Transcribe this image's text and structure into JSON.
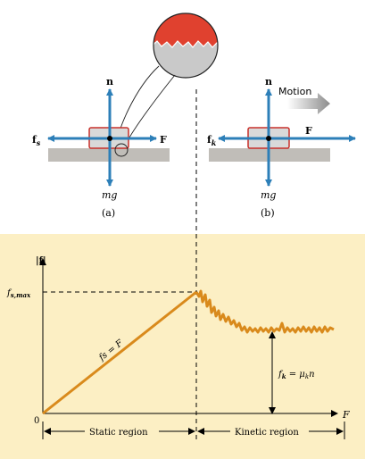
{
  "colors": {
    "panel_bg": "#fcefc4",
    "arrow": "#2d7fb8",
    "curve": "#d98a1c",
    "block_outline": "#c8302a",
    "block_fill": "#d9d9d9",
    "surface": "#c0bdb8"
  },
  "diagram_a": {
    "n_label": "n",
    "fs_label_main": "f",
    "fs_label_sub": "s",
    "F_label": "F",
    "mg_label": "mg",
    "caption": "(a)"
  },
  "diagram_b": {
    "n_label": "n",
    "fk_label_main": "f",
    "fk_label_sub": "k",
    "F_label": "F",
    "mg_label": "mg",
    "caption": "(b)",
    "motion_label": "Motion"
  },
  "graph": {
    "y_axis_label": "|f|",
    "x_axis_label": "F",
    "origin_label": "0",
    "fsmax_main": "f",
    "fsmax_sub": "s,max",
    "static_line_label": "fs = F",
    "fk_eq_main": "f",
    "fk_eq_sub": "k",
    "fk_eq_rest": " = μ",
    "fk_eq_sub2": "k",
    "fk_eq_end": "n",
    "static_region": "Static region",
    "kinetic_region": "Kinetic region"
  }
}
